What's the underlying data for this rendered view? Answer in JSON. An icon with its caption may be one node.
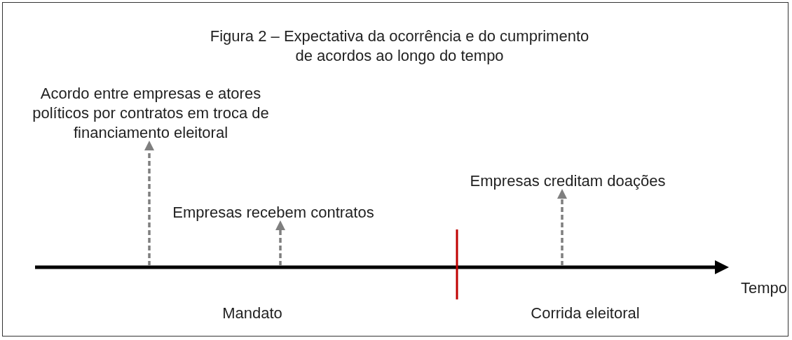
{
  "diagram": {
    "title": "Figura 2 – Expectativa da ocorrência e do cumprimento de acordos ao longo do tempo",
    "nodes": [
      {
        "text": [
          "Acordo entre empresas e atores políticos por contratos em troca de financiamento eleitoral"
        ]
      },
      {
        "text": [
          "Empresas recebem contratos"
        ]
      },
      {
        "text": [
          "Empresas creditam doações"
        ]
      }
    ],
    "edges": [
      {
        "from": null,
        "to": 0,
        "arrow": "to",
        "style": "dashed"
      },
      {
        "from": null,
        "to": 1,
        "arrow": "to",
        "style": "dashed"
      },
      {
        "from": null,
        "to": 2,
        "arrow": "to",
        "style": "dashed"
      }
    ],
    "labels": [
      "Tempo",
      "Mandato",
      "Corrida eleitoral"
    ]
  }
}
